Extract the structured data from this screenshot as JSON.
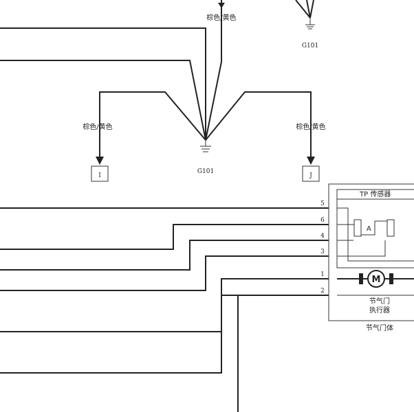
{
  "wire_color_label": "棕色/黄色",
  "ground_label": "G101",
  "connectors": {
    "left": "I",
    "right": "J"
  },
  "pins": [
    "5",
    "6",
    "4",
    "3",
    "1",
    "2"
  ],
  "sensor_label": "TP 传感器",
  "sensor_inner_label": "A",
  "motor_symbol": "M",
  "actuator_label_line1": "节气门",
  "actuator_label_line2": "执行器",
  "throttle_body_label": "节气门体"
}
